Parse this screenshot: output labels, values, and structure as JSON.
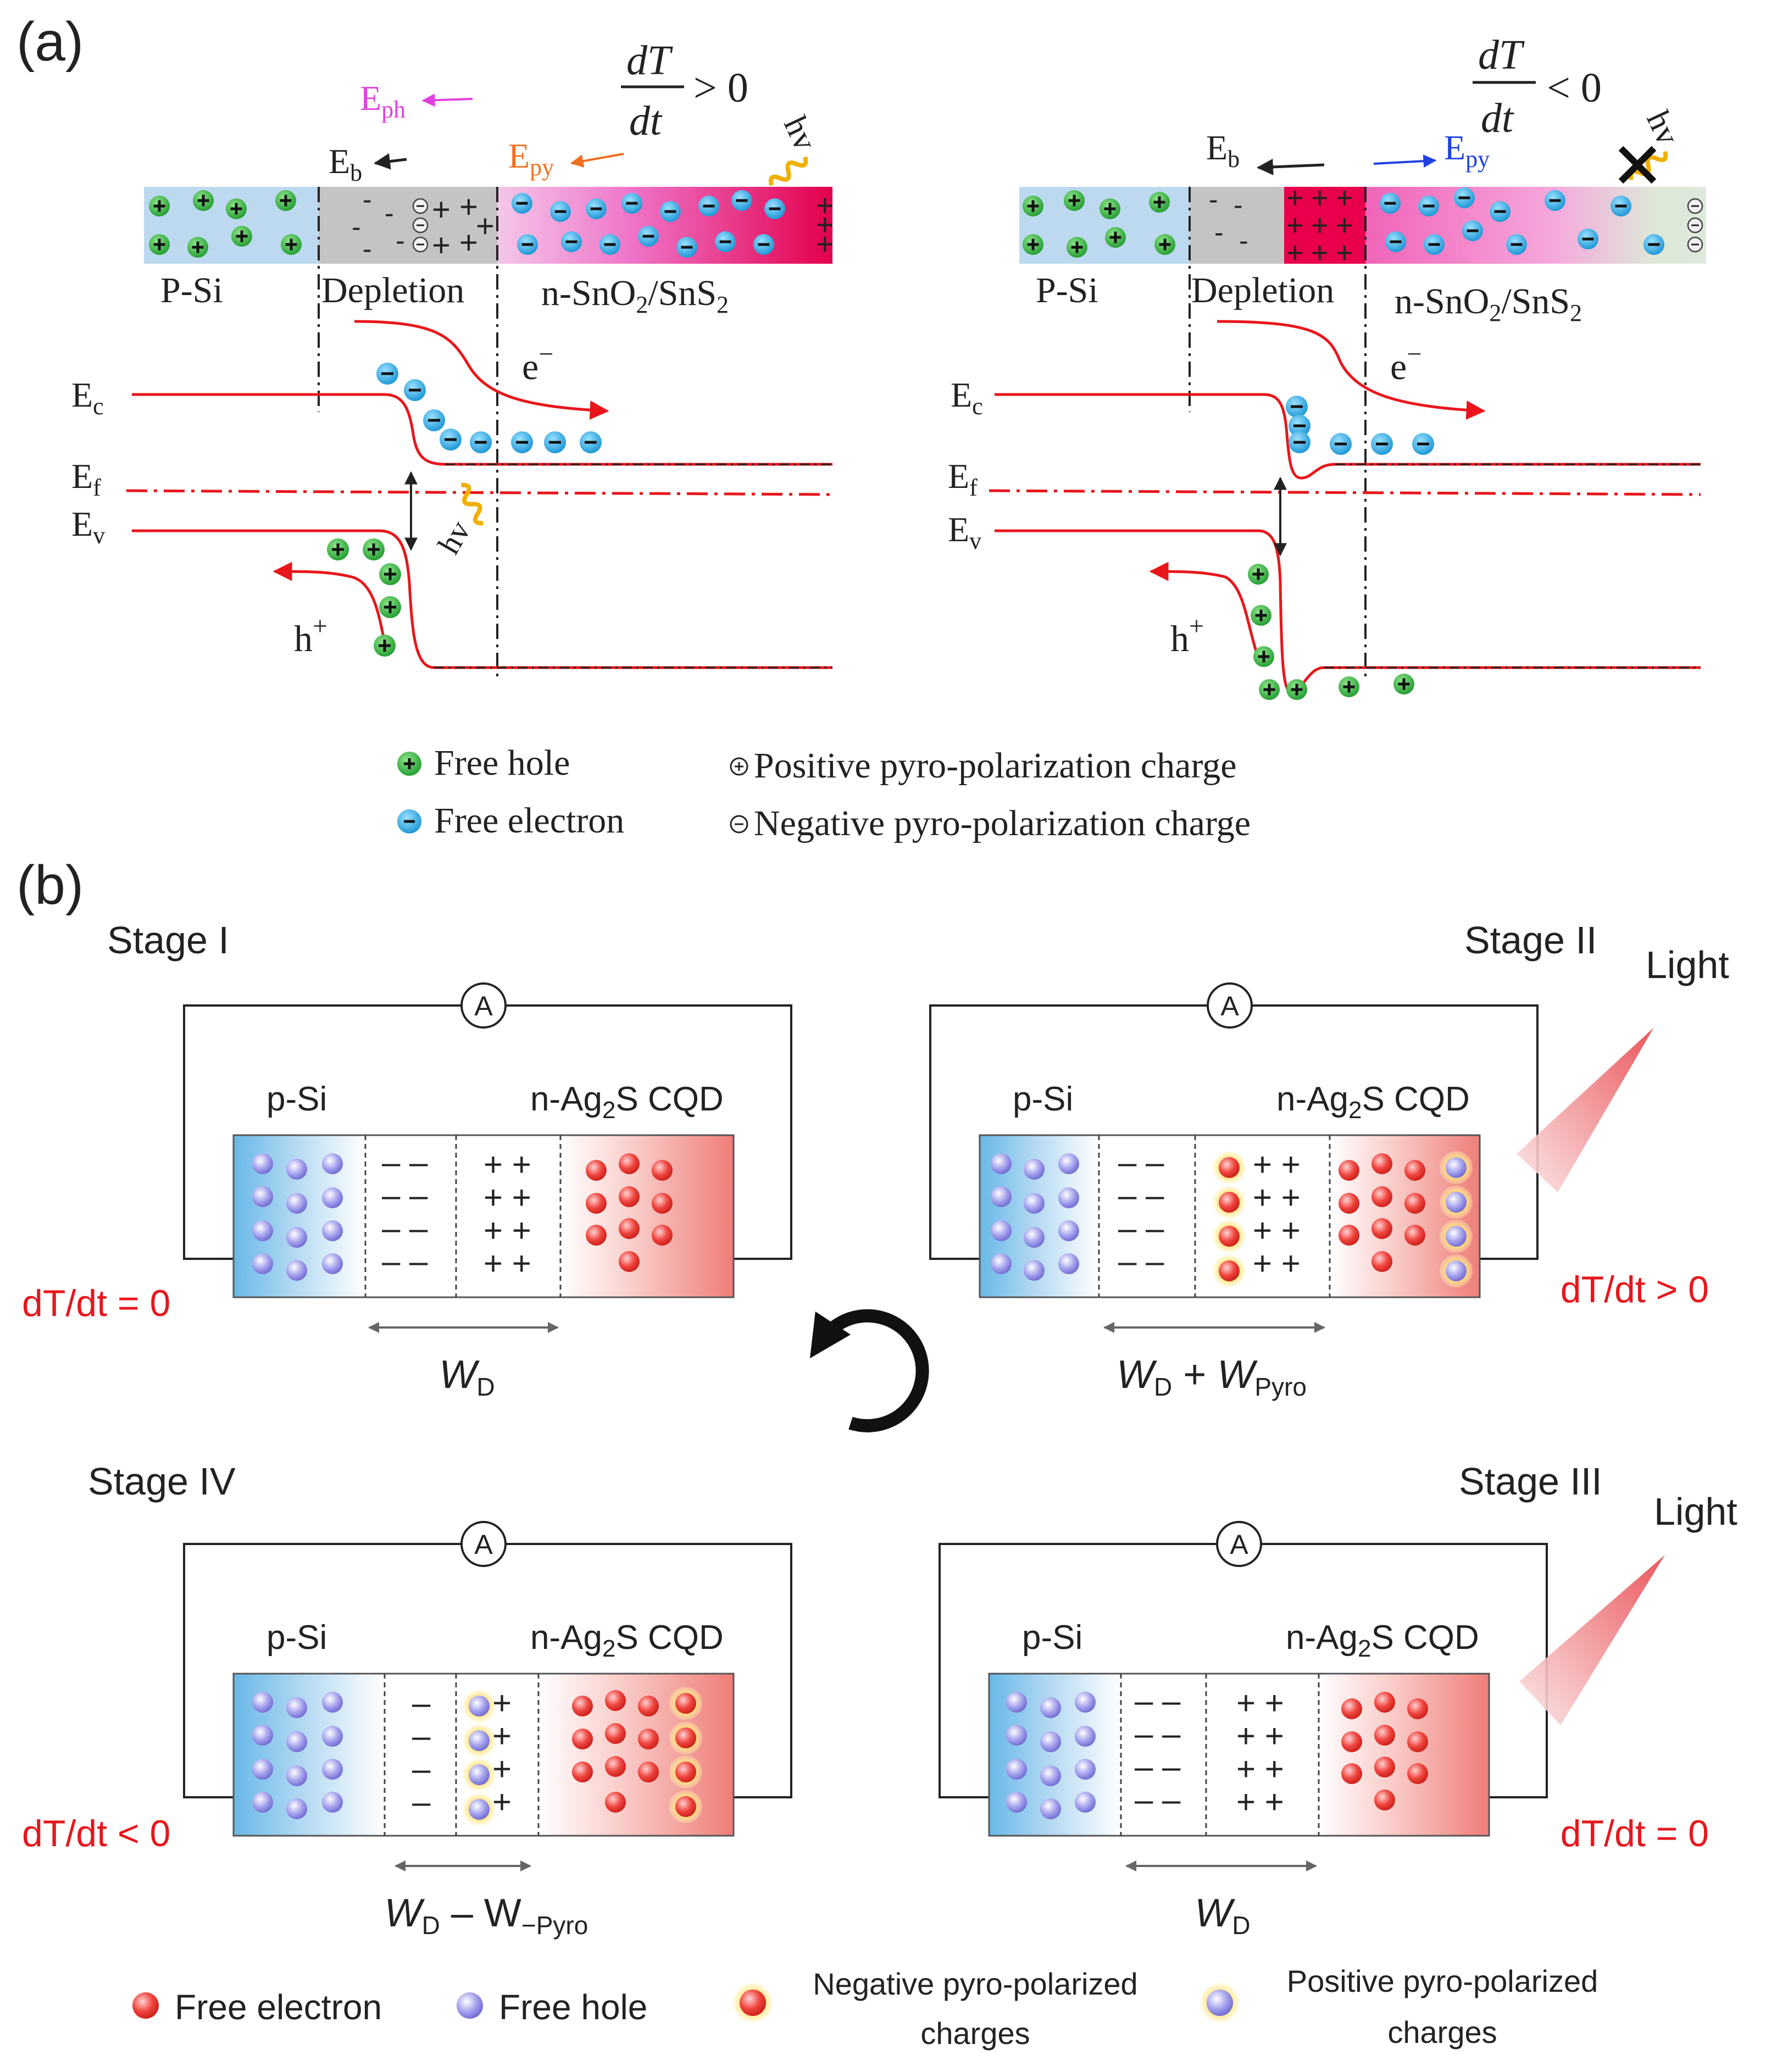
{
  "panel_a": {
    "label": "(a)",
    "left": {
      "rate_num": "dT",
      "rate_den": "dt",
      "rate_rel": "> 0",
      "e_ph": "E",
      "e_ph_sub": "ph",
      "e_b": "E",
      "e_b_sub": "b",
      "e_py": "E",
      "e_py_sub": "py",
      "hv": "hv",
      "psi": "P-Si",
      "depletion": "Depletion",
      "nlayer": "n-SnO",
      "nlayer_sub1": "2",
      "nlayer_mid": "/SnS",
      "nlayer_sub2": "2",
      "ec": "E",
      "ec_sub": "c",
      "ef": "E",
      "ef_sub": "f",
      "ev": "E",
      "ev_sub": "v",
      "electron": "e",
      "electron_sup": "−",
      "hole": "h",
      "hole_sup": "+"
    },
    "right": {
      "rate_num": "dT",
      "rate_den": "dt",
      "rate_rel": "< 0",
      "e_b": "E",
      "e_b_sub": "b",
      "e_py": "E",
      "e_py_sub": "py",
      "hv": "hv",
      "psi": "P-Si",
      "depletion": "Depletion",
      "nlayer": "n-SnO",
      "nlayer_sub1": "2",
      "nlayer_mid": "/SnS",
      "nlayer_sub2": "2",
      "ec": "E",
      "ec_sub": "c",
      "ef": "E",
      "ef_sub": "f",
      "ev": "E",
      "ev_sub": "v",
      "electron": "e",
      "electron_sup": "−",
      "hole": "h",
      "hole_sup": "+"
    },
    "legend": {
      "free_hole": "Free hole",
      "free_electron": "Free electron",
      "positive_charge": "Positive pyro-polarization charge",
      "negative_charge": "Negative pyro-polarization charge"
    }
  },
  "panel_b": {
    "label": "(b)",
    "ammeter": "A",
    "psi": "p-Si",
    "nlayer_pre": "n-Ag",
    "nlayer_sub": "2",
    "nlayer_post": "S CQD",
    "light": "Light",
    "stage1": {
      "title": "Stage I",
      "rate": "dT/dt = 0",
      "w": "W",
      "w_sub": "D"
    },
    "stage2": {
      "title": "Stage II",
      "rate": "dT/dt > 0",
      "w": "W",
      "w_sub": "D",
      "w_op": " + ",
      "w2": "W",
      "w2_sub": "Pyro"
    },
    "stage3": {
      "title": "Stage III",
      "rate": "dT/dt = 0",
      "w": "W",
      "w_sub": "D"
    },
    "stage4": {
      "title": "Stage IV",
      "rate": "dT/dt < 0",
      "w": "W",
      "w_sub": "D",
      "w_op": " – ",
      "w2": "W",
      "w2_sub": "−Pyro"
    },
    "legend": {
      "free_electron": "Free electron",
      "free_hole": "Free hole",
      "neg_line1": "Negative pyro-polarized",
      "neg_line2": "charges",
      "pos_line1": "Positive pyro-polarized",
      "pos_line2": "charges"
    }
  },
  "colors": {
    "band_line": "#e8161b",
    "rate_red": "#e8161b",
    "e_ph": "#e040e0",
    "e_py_left": "#f07020",
    "e_py_right": "#2040e0",
    "hole_green": "#1fa030",
    "electron_blue": "#1aa0e0",
    "photon_yellow": "#f0b000"
  }
}
